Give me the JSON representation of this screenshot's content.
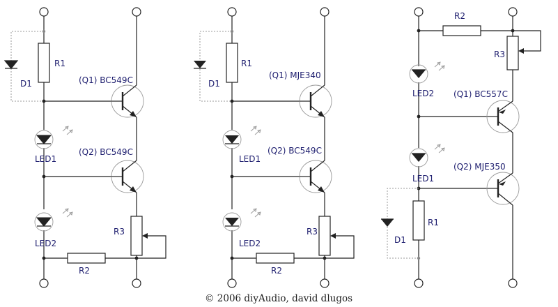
{
  "circuits": [
    {
      "d1": "D1",
      "r1": "R1",
      "q1": "(Q1) BC549C",
      "q2": "(Q2) BC549C",
      "led1": "LED1",
      "led2": "LED2",
      "r3": "R3",
      "r2": "R2"
    },
    {
      "d1": "D1",
      "r1": "R1",
      "q1": "(Q1) MJE340",
      "q2": "(Q2) BC549C",
      "led1": "LED1",
      "led2": "LED2",
      "r3": "R3",
      "r2": "R2"
    },
    {
      "d1": "D1",
      "r1": "R1",
      "q1": "(Q1) BC557C",
      "q2": "(Q2) MJE350",
      "led1": "LED1",
      "led2": "LED2",
      "r3": "R3",
      "r2": "R2"
    }
  ],
  "copyright": "© 2006 diyAudio, david dlugos"
}
